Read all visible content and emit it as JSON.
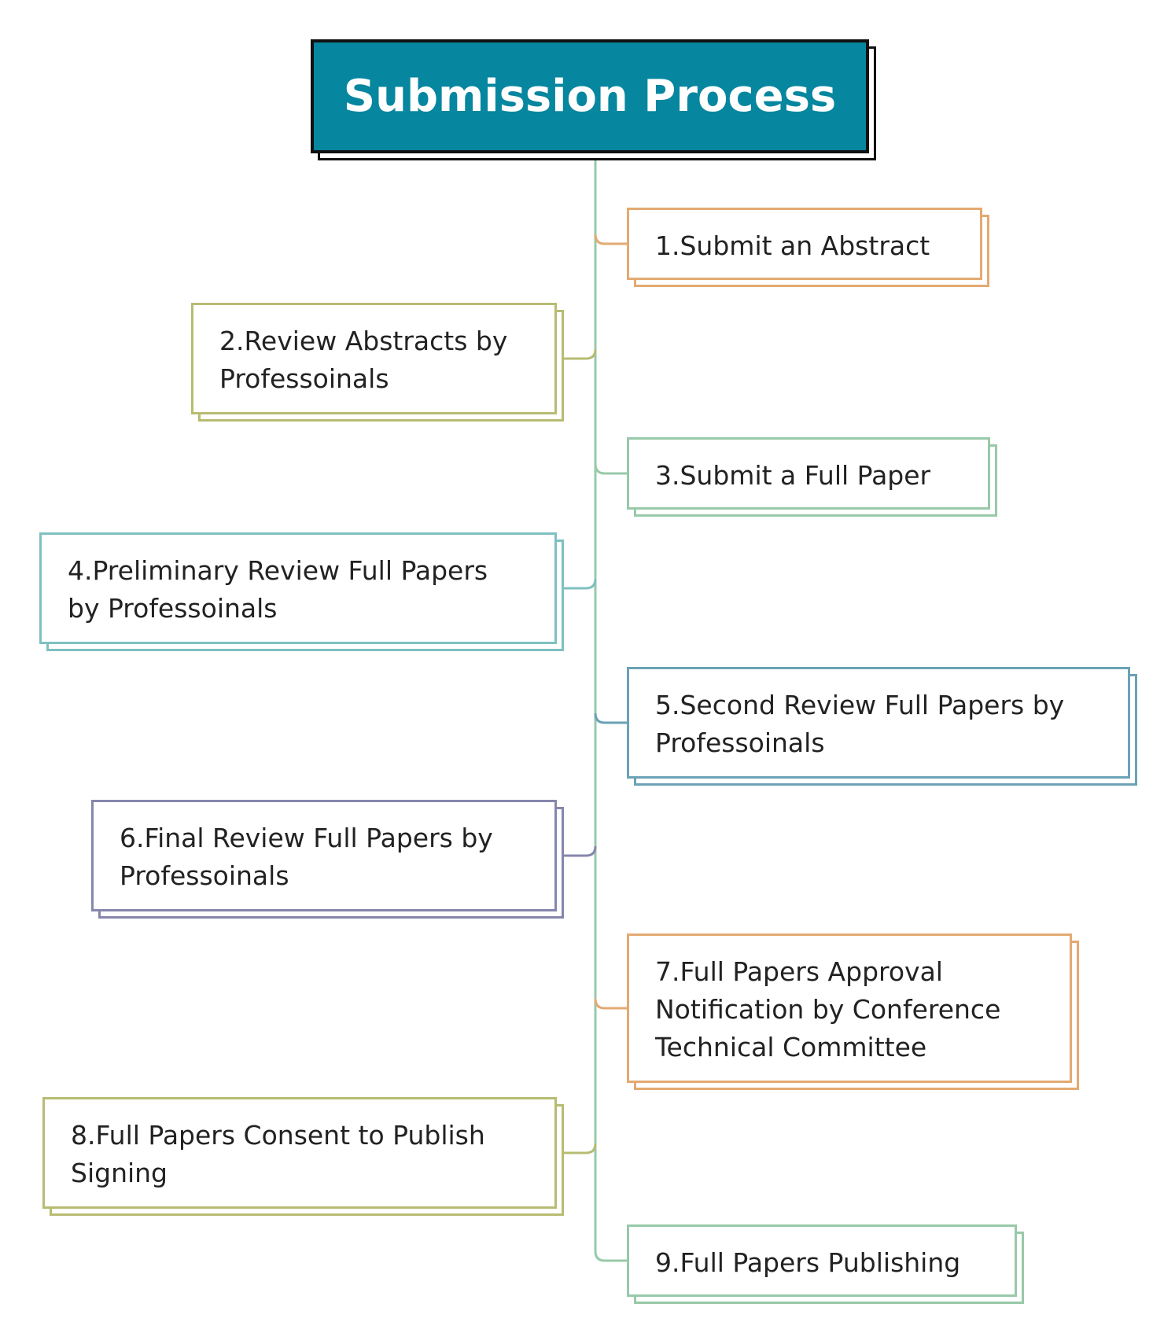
{
  "title": "Submission Process",
  "colors": {
    "title_bg": "#06869f",
    "title_text": "#ffffff",
    "trunk": "#98c9a9"
  },
  "steps": [
    {
      "label": "1.Submit an Abstract",
      "color": "#e3aa72"
    },
    {
      "label": "2.Review Abstracts by\nProfessoinals",
      "color": "#b7bc72"
    },
    {
      "label": "3.Submit a Full Paper",
      "color": "#98c9a9"
    },
    {
      "label": "4.Preliminary Review Full Papers\nby Professoinals",
      "color": "#7fc0c0"
    },
    {
      "label": "5.Second Review Full Papers by\nProfessoinals",
      "color": "#6aa2b6"
    },
    {
      "label": "6.Final Review Full Papers by\nProfessoinals",
      "color": "#8686ad"
    },
    {
      "label": "7.Full Papers Approval\nNotification by  Conference\nTechnical Committee",
      "color": "#e3aa72"
    },
    {
      "label": "8.Full Papers Consent to Publish\nSigning",
      "color": "#b7bc72"
    },
    {
      "label": "9.Full Papers Publishing",
      "color": "#98c9a9"
    }
  ]
}
